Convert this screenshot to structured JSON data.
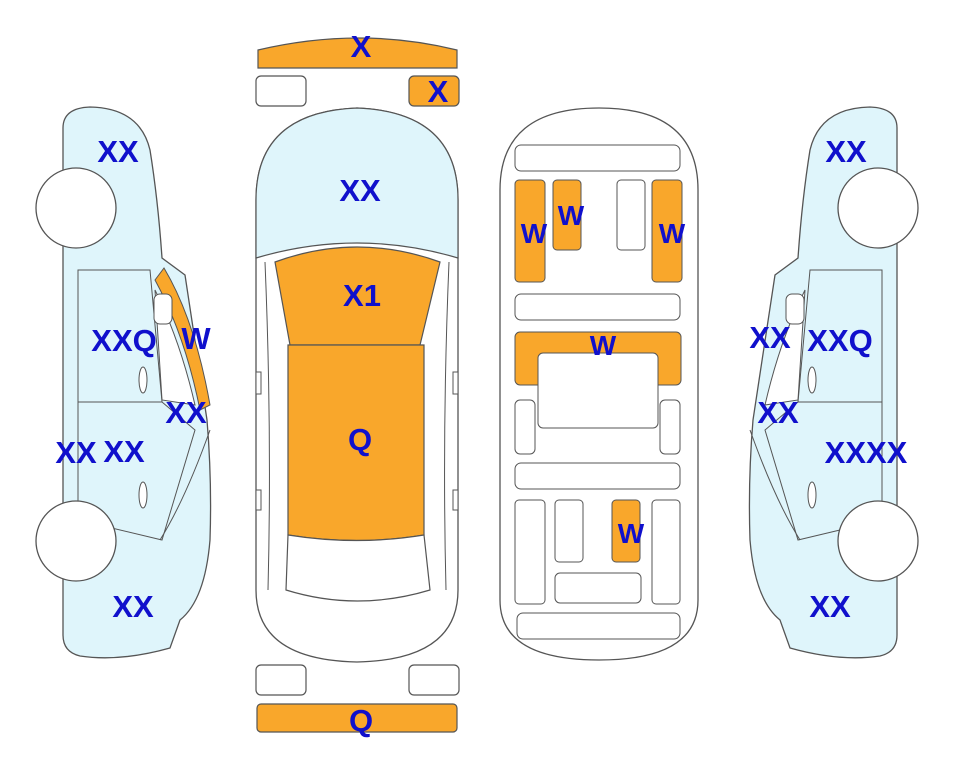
{
  "colors": {
    "damaged_fill": "#f9a72b",
    "body_fill": "#dff5fb",
    "outline": "#555555",
    "code_text": "#1010cc"
  },
  "front_bumper": {
    "code": "X"
  },
  "front_right_lamp": {
    "code": "X"
  },
  "rear_bumper": {
    "code": "Q"
  },
  "top_view": {
    "hood": "XX",
    "windshield": "X1",
    "roof": "Q"
  },
  "underbody": {
    "rail_left": "W",
    "rail_left_inner": "W",
    "rail_right": "W",
    "crossmember_mid": "W",
    "rear_rail": "W"
  },
  "left_side": {
    "front_fender": "XX",
    "front_door": "XXQ",
    "a_pillar": "W",
    "b_pillar": "XX",
    "rear_door_a": "XX",
    "rear_door_b": "XX",
    "rear_quarter": "XX"
  },
  "right_side": {
    "front_fender": "XX",
    "a_pillar": "XX",
    "front_door": "XXQ",
    "b_pillar": "XX",
    "rear_door": "XXXX",
    "rear_quarter": "XX"
  }
}
